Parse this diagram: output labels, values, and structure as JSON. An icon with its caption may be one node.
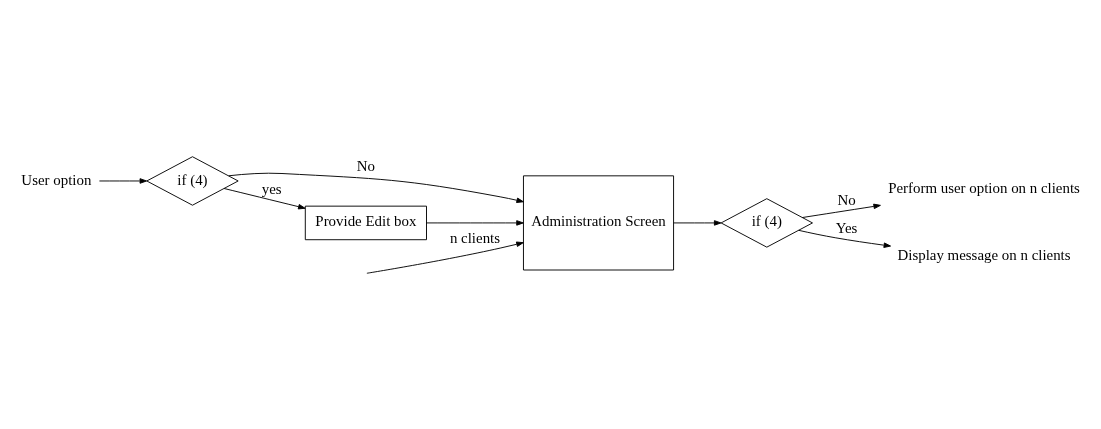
{
  "diagram": {
    "nodes": [
      {
        "text": [
          "User option"
        ]
      },
      {
        "text": [
          "if (4)"
        ]
      },
      {
        "text": [
          "Administration Screen"
        ]
      },
      {
        "text": [
          "Provide Edit box"
        ]
      },
      {
        "text": [
          "if (4)"
        ]
      },
      {
        "text": [
          "Perform user option on n clients"
        ]
      },
      {
        "text": [
          "Display message on n clients"
        ]
      }
    ],
    "edges": [
      {
        "from": null,
        "to": 2,
        "arrow": "to",
        "label": "n clients"
      },
      {
        "from": 0,
        "to": 1,
        "arrow": "to"
      },
      {
        "from": 1,
        "to": 2,
        "arrow": "to",
        "label": "No"
      },
      {
        "from": 1,
        "to": 3,
        "arrow": "to",
        "label": "yes"
      },
      {
        "from": 3,
        "to": 2,
        "arrow": "to"
      },
      {
        "from": 2,
        "to": 4,
        "arrow": "to"
      },
      {
        "from": 4,
        "to": 5,
        "arrow": "to",
        "label": "No"
      },
      {
        "from": 4,
        "to": 6,
        "arrow": "to",
        "label": "Yes"
      }
    ]
  }
}
